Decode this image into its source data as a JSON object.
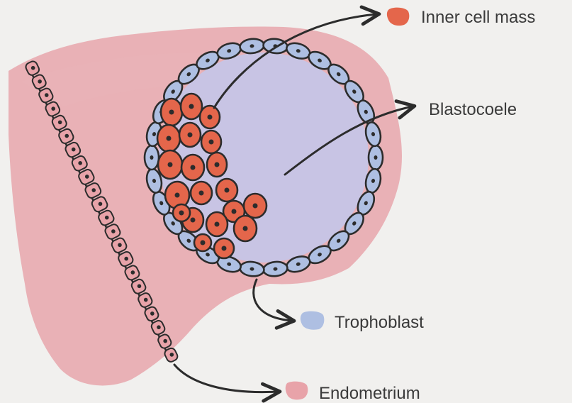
{
  "labels": {
    "inner_cell_mass": "Inner cell mass",
    "blastocoele": "Blastocoele",
    "trophoblast": "Trophoblast",
    "endometrium": "Endometrium"
  },
  "colors": {
    "background": "#f1f0ee",
    "endometrium": "#e7a6ab",
    "endometrium_cell": "#e8a3a9",
    "blastocoele": "#c8c4e4",
    "trophoblast": "#aebfe2",
    "inner_cell_mass": "#e4664b",
    "outline": "#2c2c2c"
  },
  "icons": {
    "inner_cell_mass": "orange-blob-swatch",
    "trophoblast": "blue-blob-swatch",
    "endometrium": "pink-blob-swatch"
  }
}
